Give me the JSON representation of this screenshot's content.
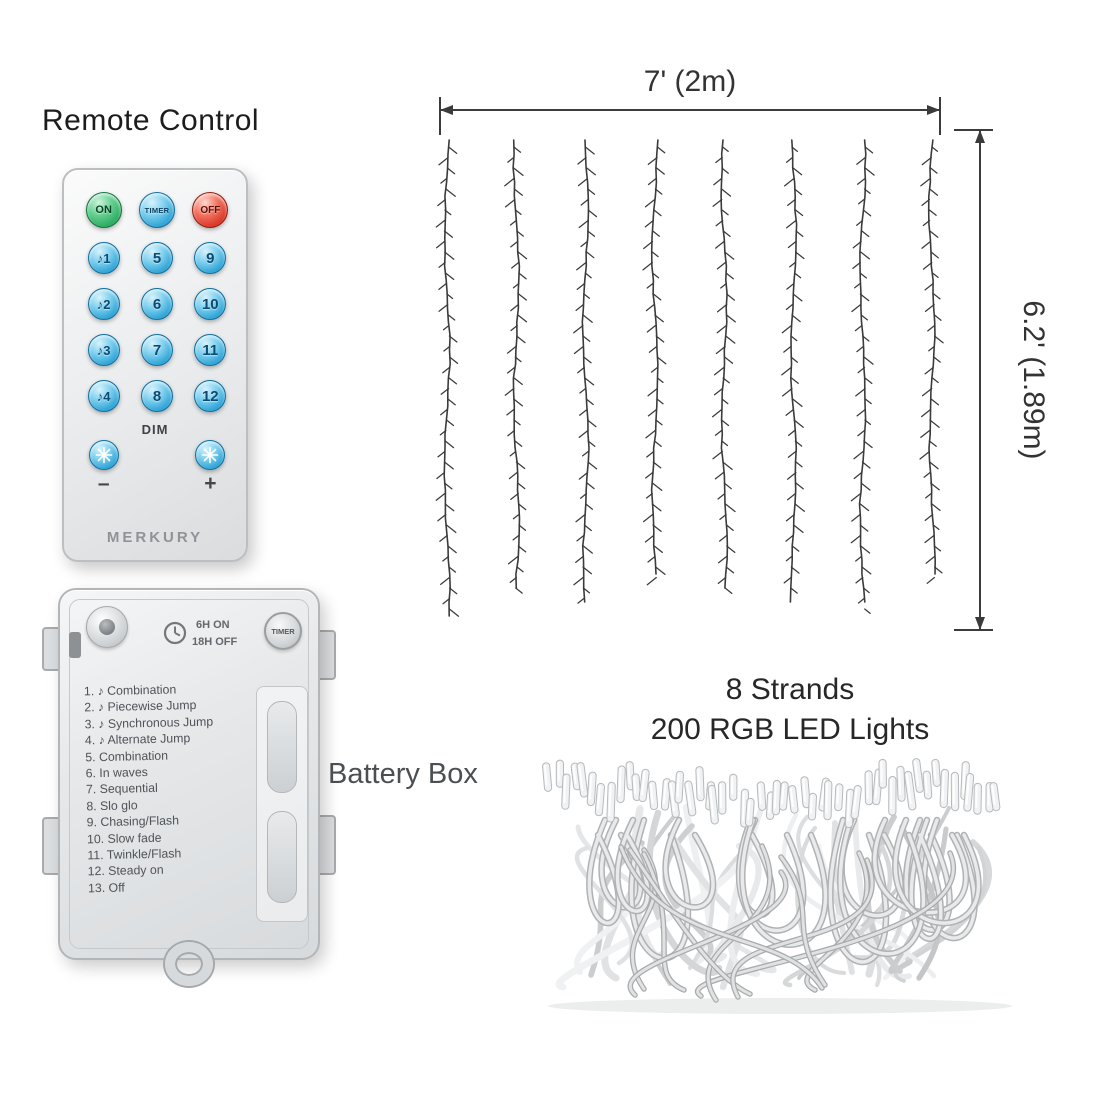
{
  "remote": {
    "title": "Remote Control",
    "brand": "MERKURY",
    "power_row": [
      {
        "label": "ON"
      },
      {
        "label": "TIMER"
      },
      {
        "label": "OFF"
      }
    ],
    "buttons": [
      {
        "label": "♪1"
      },
      {
        "label": "5"
      },
      {
        "label": "9"
      },
      {
        "label": "♪2"
      },
      {
        "label": "6"
      },
      {
        "label": "10"
      },
      {
        "label": "♪3"
      },
      {
        "label": "7"
      },
      {
        "label": "11"
      },
      {
        "label": "♪4"
      },
      {
        "label": "8"
      },
      {
        "label": "12"
      }
    ],
    "dim_label": "DIM",
    "dim_minus": "–",
    "dim_plus": "+",
    "icons": {
      "dim_buttons": "snowflake"
    }
  },
  "diagram": {
    "width_label": "7' (2m)",
    "height_label": "6.2' (1.89m)",
    "strands": 8
  },
  "battery": {
    "caption": "Battery Box",
    "timer_on": "6H ON",
    "timer_off": "18H OFF",
    "timer_button": "TIMER",
    "icons": {
      "dial": "clock"
    },
    "modes": [
      "1. ♪ Combination",
      "2. ♪ Piecewise Jump",
      "3. ♪ Synchronous Jump",
      "4. ♪ Alternate Jump",
      "5. Combination",
      "6. In waves",
      "7. Sequential",
      "8. Slo glo",
      "9. Chasing/Flash",
      "10. Slow fade",
      "11. Twinkle/Flash",
      "12. Steady on",
      "13. Off"
    ]
  },
  "lights": {
    "title_line1": "8 Strands",
    "title_line2": "200 RGB LED Lights"
  },
  "colors": {
    "btn_blue": "#2ea3d6",
    "btn_green": "#27a85c",
    "btn_red": "#d63222",
    "line": "#3b3b3b"
  }
}
